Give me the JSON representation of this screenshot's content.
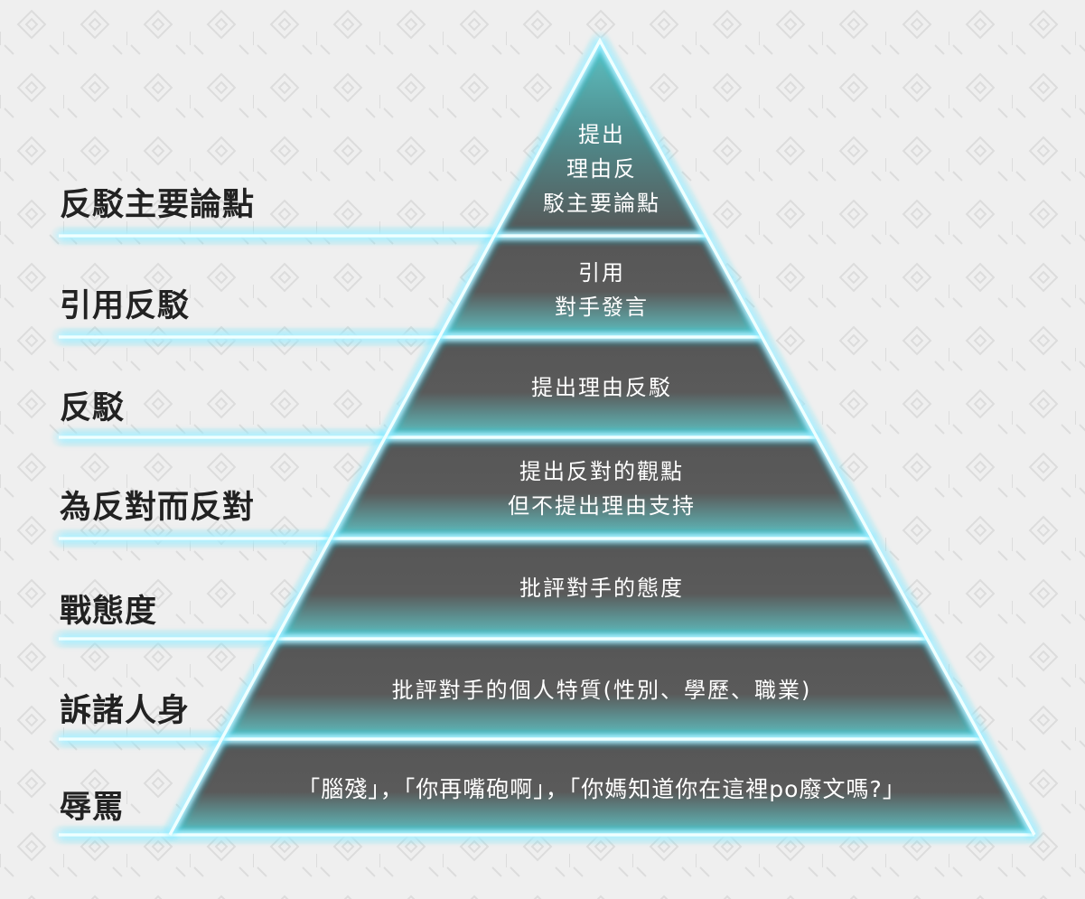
{
  "levels": [
    {
      "label": "反駁主要論點",
      "text": "提出\n理由反\n駁主要論點"
    },
    {
      "label": "引用反駁",
      "text": "引用\n對手發言"
    },
    {
      "label": "反駁",
      "text": "提出理由反駁"
    },
    {
      "label": "為反對而反對",
      "text": "提出反對的觀點\n但不提出理由支持"
    },
    {
      "label": "戰態度",
      "text": "批評對手的態度"
    },
    {
      "label": "訴諸人身",
      "text": "批評對手的個人特質(性別、學歷、職業)"
    },
    {
      "label": "辱罵",
      "text": "「腦殘」，「你再嘴砲啊」，「你媽知道你在這裡po廢文嗎?」"
    }
  ],
  "colors": {
    "glow": "#29e0ff",
    "band_top": "#565656",
    "band_bottom": "#5fc3c4"
  }
}
